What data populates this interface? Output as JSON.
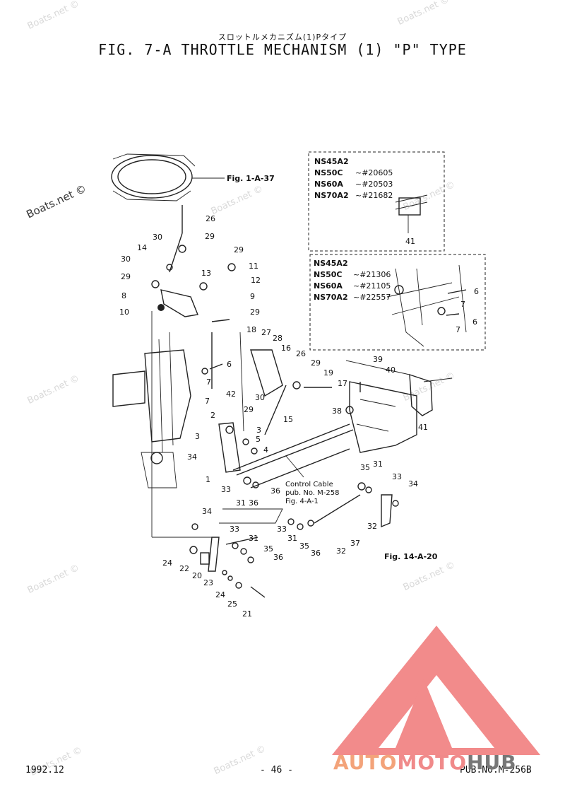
{
  "header": {
    "japanese_title": "スロットルメカニズム(1)Pタイプ",
    "title": "FIG.  7-A THROTTLE MECHANISM (1) \"P\" TYPE"
  },
  "footer": {
    "date": "1992.12",
    "page": "- 46 -",
    "pub_no": "PUB.NO.M-256B"
  },
  "watermark": {
    "text": "Boats.net ©"
  },
  "logo": {
    "part1": "AUTO",
    "part2": "MOTO",
    "part3": "HUB",
    "colors": {
      "triangle": "#f28b8b",
      "auto": "#f3a37a",
      "moto": "#f08a8a",
      "hub": "#777777"
    }
  },
  "callouts": {
    "fig_1_a_37": "Fig. 1-A-37",
    "fig_14_a_20": "Fig. 14-A-20",
    "control_cable_1": "Control Cable",
    "control_cable_2": "pub. No. M-258",
    "control_cable_3": "Fig. 4-A-1"
  },
  "inset1": {
    "lines": [
      {
        "model": "NS45A2",
        "serial": ""
      },
      {
        "model": "NS50C",
        "serial": "~#20605"
      },
      {
        "model": "NS60A",
        "serial": "~#20503"
      },
      {
        "model": "NS70A2",
        "serial": "~#21682"
      }
    ],
    "part": "41"
  },
  "inset2": {
    "lines": [
      {
        "model": "NS45A2",
        "serial": ""
      },
      {
        "model": "NS50C",
        "serial": "~#21306"
      },
      {
        "model": "NS60A",
        "serial": "~#21105"
      },
      {
        "model": "NS70A2",
        "serial": "~#22557"
      }
    ],
    "parts": [
      "6",
      "7",
      "7",
      "6"
    ]
  },
  "part_numbers": [
    "26",
    "30",
    "29",
    "14",
    "30",
    "29",
    "8",
    "10",
    "29",
    "13",
    "11",
    "12",
    "9",
    "29",
    "18",
    "27",
    "28",
    "16",
    "26",
    "29",
    "19",
    "17",
    "6",
    "7",
    "42",
    "7",
    "30",
    "15",
    "29",
    "2",
    "3",
    "3",
    "5",
    "4",
    "34",
    "1",
    "33",
    "31",
    "36",
    "36",
    "39",
    "40",
    "38",
    "41",
    "35",
    "31",
    "33",
    "34",
    "32",
    "37",
    "32",
    "31",
    "35",
    "36",
    "33",
    "34",
    "33",
    "31",
    "35",
    "36",
    "24",
    "22",
    "20",
    "23",
    "24",
    "25",
    "21"
  ]
}
